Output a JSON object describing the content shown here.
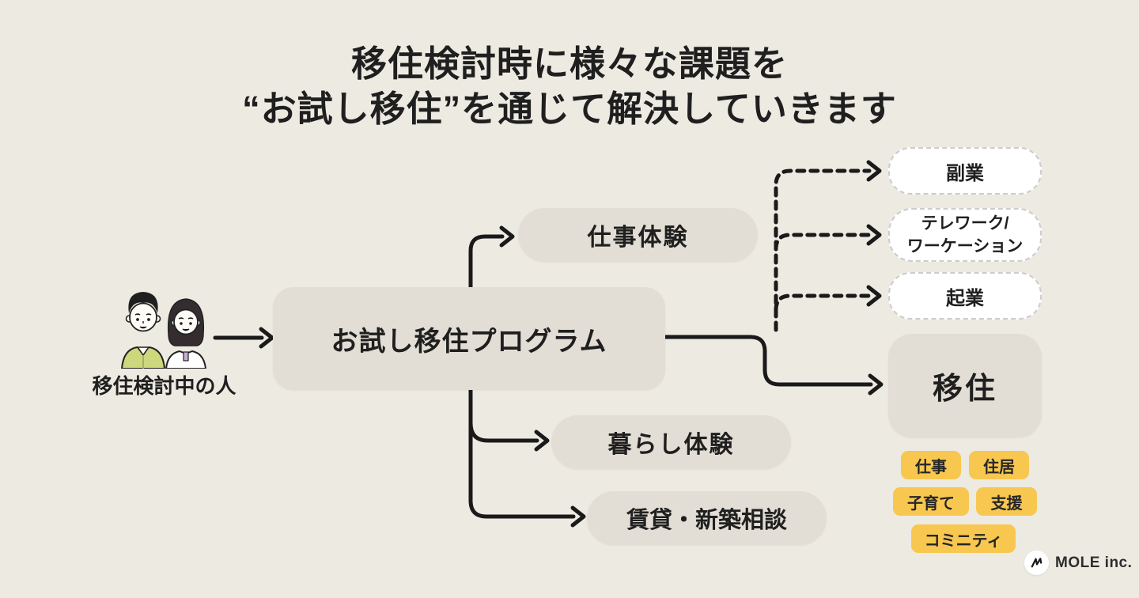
{
  "title": {
    "line1": "移住検討時に様々な課題を",
    "line2": "“お試し移住”を通じて解決していきます"
  },
  "persona": {
    "label": "移住検討中の人",
    "icon": "couple-illustration"
  },
  "program": {
    "label": "お試し移住プログラム"
  },
  "experiences": {
    "work": {
      "label": "仕事体験"
    },
    "living": {
      "label": "暮らし体験"
    },
    "rental": {
      "label": "賃貸・新築相談"
    }
  },
  "work_outcomes": [
    {
      "lines": [
        "副業"
      ]
    },
    {
      "lines": [
        "テレワーク/",
        "ワーケーション"
      ]
    },
    {
      "lines": [
        "起業"
      ]
    }
  ],
  "migration": {
    "label": "移住",
    "tags": [
      "仕事",
      "住居",
      "子育て",
      "支援",
      "コミニティ"
    ]
  },
  "footer": {
    "brand": "MOLE inc.",
    "icon": "mole-scribble-icon"
  },
  "colors": {
    "background": "#edeae2",
    "box_fill": "#e3ded5",
    "accent_yellow": "#f8c750",
    "line": "#1a1a1a",
    "text": "#1f1f1f"
  }
}
